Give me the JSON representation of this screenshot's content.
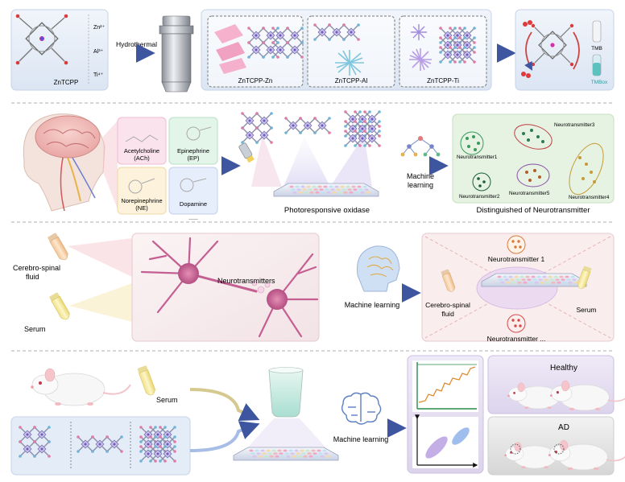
{
  "row1": {
    "ztcpp_label": "ZnTCPP",
    "ions": [
      "Zn²⁺",
      "Al³⁺",
      "Ti⁴⁺"
    ],
    "hydrothermal_label": "Hydrothermal",
    "frameworks": [
      "ZnTCPP-Zn",
      "ZnTCPP-Al",
      "ZnTCPP-Ti"
    ],
    "tmb_label": "TMB",
    "tmbox_label": "TMBox"
  },
  "row2": {
    "neurotransmitters": [
      {
        "name": "Acetylcholine",
        "abbr": "(ACh)",
        "color": "#fbe3ee"
      },
      {
        "name": "Epinephrine",
        "abbr": "(EP)",
        "color": "#e3f5e9"
      },
      {
        "name": "Norepinephrine",
        "abbr": "(NE)",
        "color": "#fdf3dc"
      },
      {
        "name": "Dopamine",
        "abbr": "",
        "color": "#e7eefb"
      }
    ],
    "ellipsis": "......",
    "oxidase_label": "Photoresponsive oxidase",
    "ml_label": "Machine\nlearning",
    "ml_line1": "Machine",
    "ml_line2": "learning",
    "clusters": [
      "Neurotransmitter1",
      "Neurotransmitter2",
      "Neurotransmitter3",
      "Neurotransmitter4",
      "Neurotransmitter5"
    ],
    "distinguished_label": "Distinguished of Neurotransmitter"
  },
  "row3": {
    "csf_line1": "Cerebro-spinal",
    "csf_line2": "fluid",
    "serum_label": "Serum",
    "neurotransmitters_label": "Neurotransmitters",
    "ml_label": "Machine learning",
    "nt1_label": "Neurotransmitter 1",
    "ntn_label": "Neurotransmitter ...",
    "csf2_line1": "Cerebro-spinal",
    "csf2_line2": "fluid",
    "serum2_label": "Serum"
  },
  "row4": {
    "serum_label": "Serum",
    "ml_label": "Machine learning",
    "healthy_label": "Healthy",
    "ad_label": "AD"
  },
  "colors": {
    "accent_blue": "#7e93c9",
    "panel_blue": "#e4ecf7",
    "panel_green": "#e6f3e3",
    "arrow_gold": "#c9b872",
    "line_orange": "#e08a2e",
    "axis_green": "#2a8a4a",
    "ellipse_purple": "#b59ae0",
    "ellipse_blue": "#8fb3ea"
  }
}
